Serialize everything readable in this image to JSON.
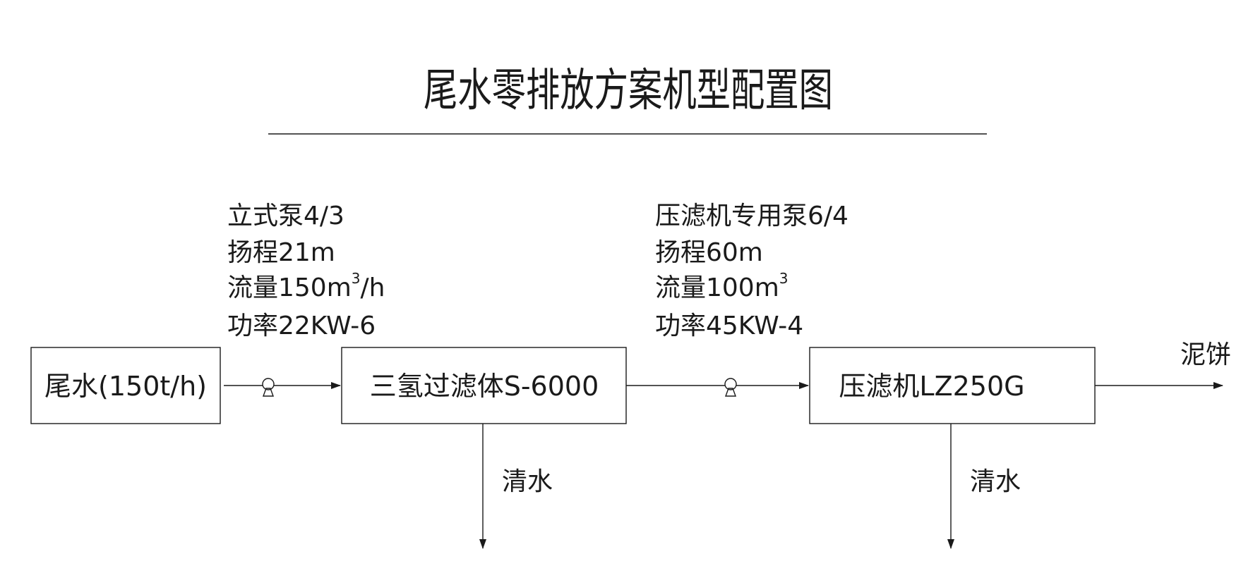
{
  "title": "尾水零排放方案机型配置图",
  "nodes": {
    "source": {
      "label": "尾水(150t/h)"
    },
    "filter": {
      "label": "三氢过滤体S-6000"
    },
    "press": {
      "label": "压滤机LZ250G"
    }
  },
  "pump1": {
    "line1": "立式泵4/3",
    "line2": "扬程21m",
    "line3_prefix": "流量150m",
    "line3_sup": "3",
    "line3_suffix": "/h",
    "line4": "功率22KW-6"
  },
  "pump2": {
    "line1": "压滤机专用泵6/4",
    "line2": "扬程60m",
    "line3_prefix": "流量100m",
    "line3_sup": "3",
    "line3_suffix": "",
    "line4": "功率45KW-4"
  },
  "outputs": {
    "clear_water_1": "清水",
    "clear_water_2": "清水",
    "mud_cake": "泥饼"
  }
}
